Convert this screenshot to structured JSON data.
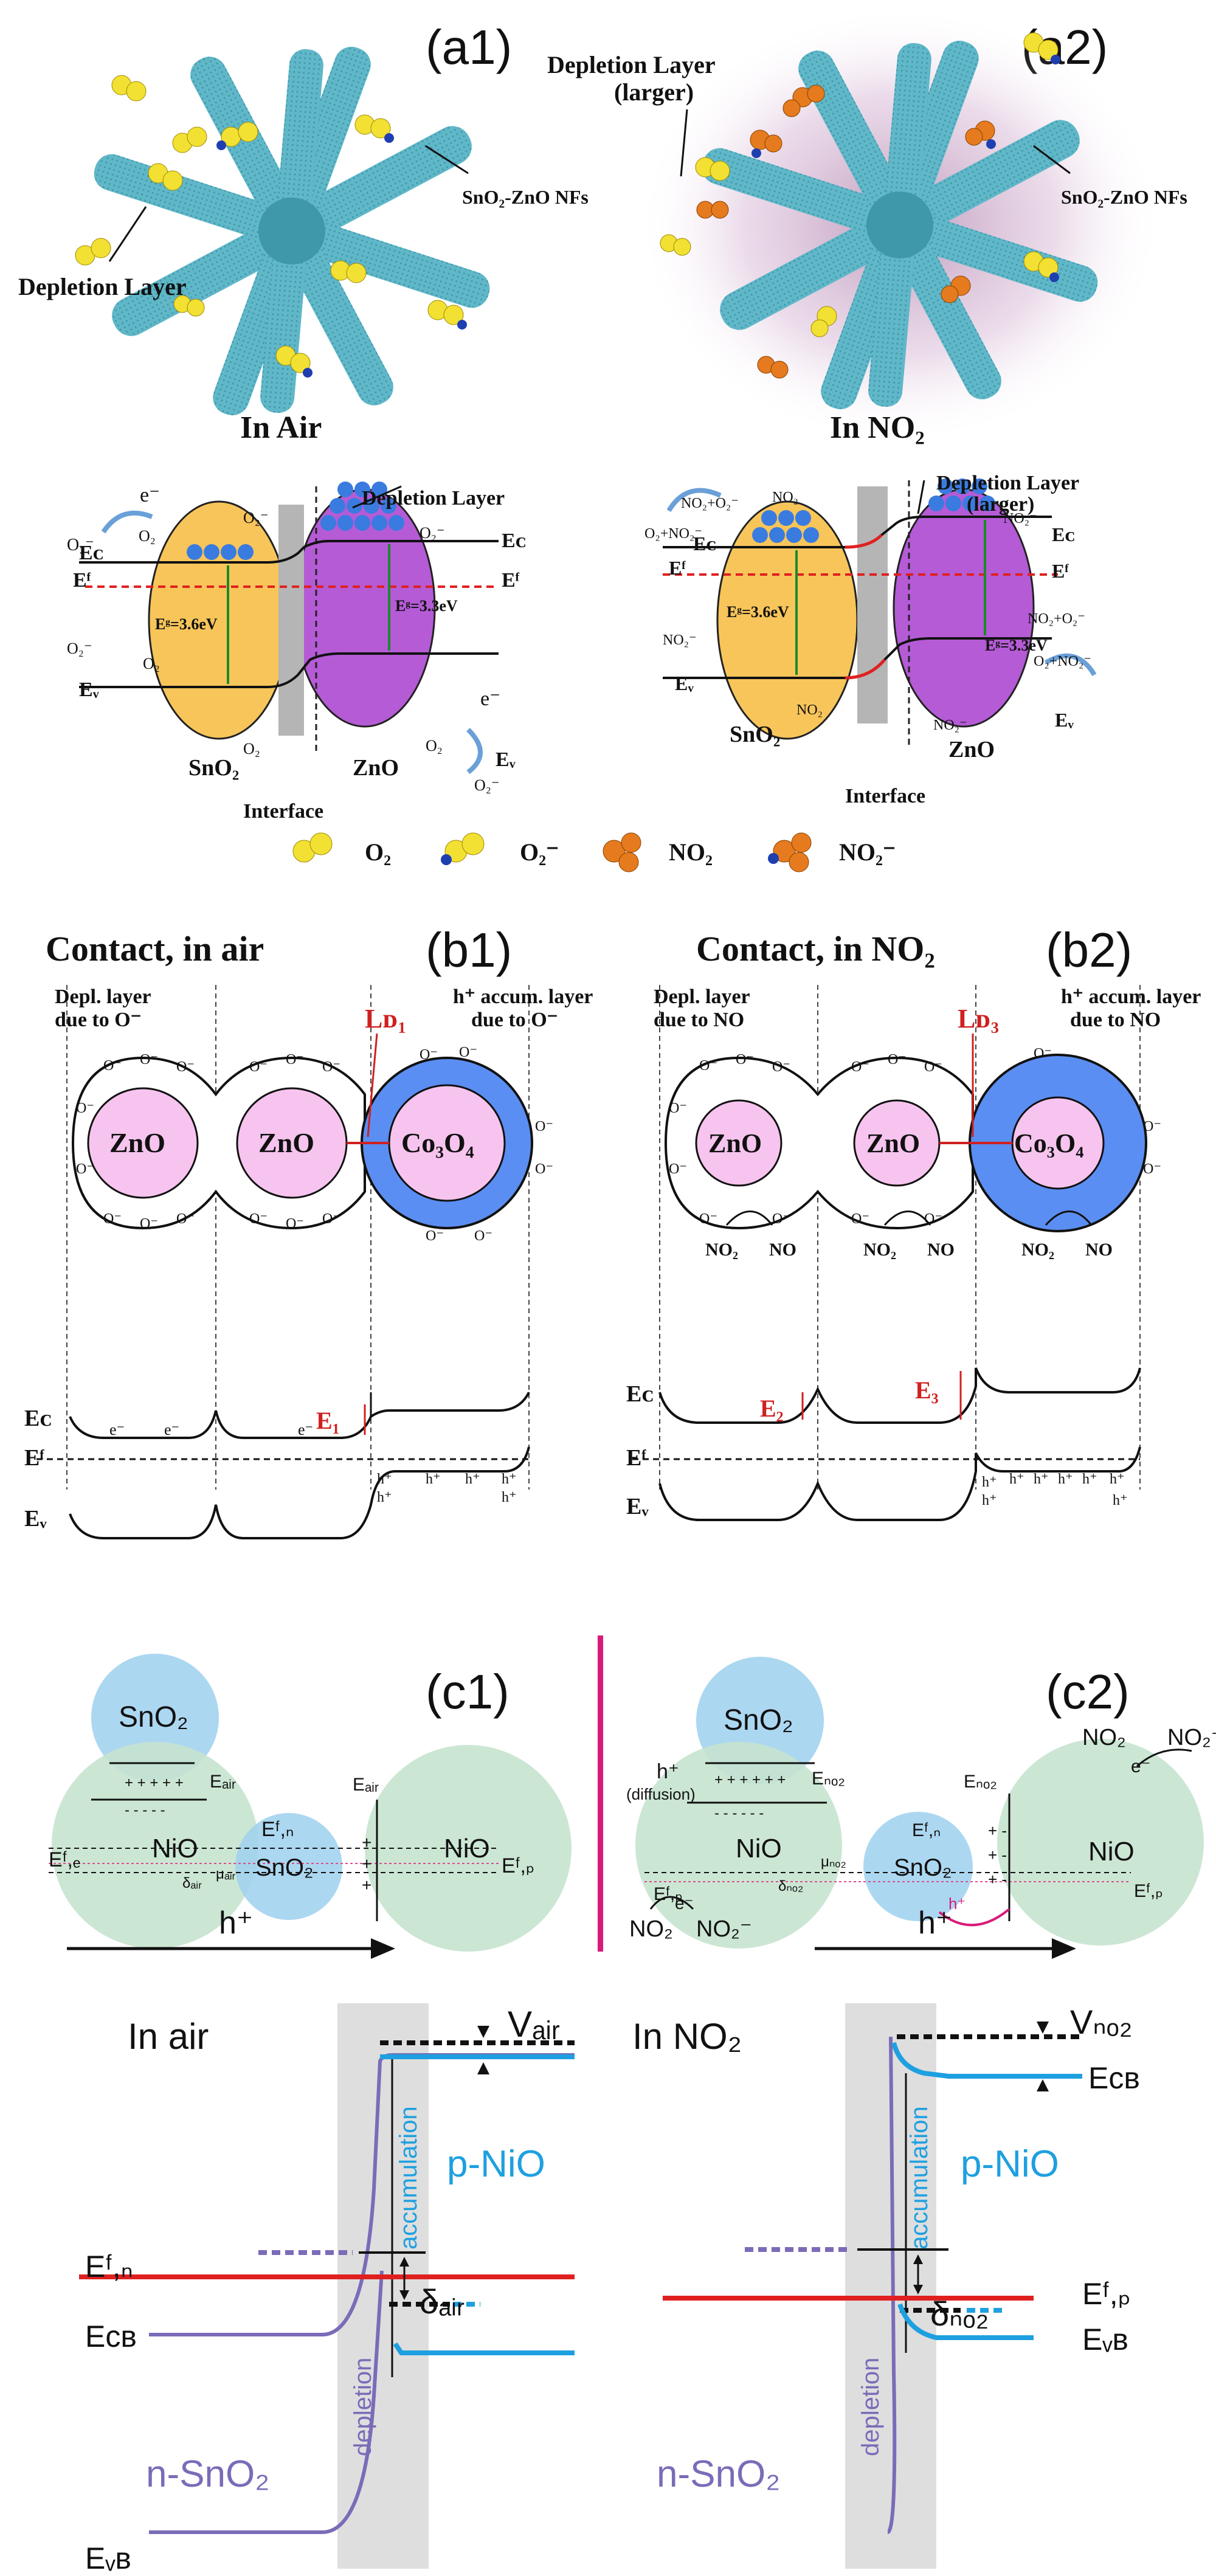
{
  "colors": {
    "rod": "#5fb7c8",
    "rod_dark": "#3f97aa",
    "o2": "#f2e033",
    "o2_minus_tail": "#1f3fb0",
    "no2": "#e57b1e",
    "sno2": "#f7c55a",
    "zno": "#b55bd6",
    "gray_band": "#b5b5b5",
    "fermi_red": "#e02020",
    "pink": "#f6c4ee",
    "blue_shell": "#5b8ef2",
    "c_green": "#c6e3cf",
    "c_blue": "#9dd0ee",
    "magenta_div": "#d81b7a",
    "purple_curve": "#7b6bb8",
    "cyan": "#1ea0e0"
  },
  "panel_a1": {
    "tag": "(a1)",
    "depletion_label": "Depletion Layer",
    "nf_label": "SnO₂-ZnO NFs",
    "caption": "In Air",
    "band": {
      "e_minus_left": "e⁻",
      "o2m_left": "O₂⁻",
      "o2_a": "O₂",
      "o2m_top": "O₂⁻",
      "o2m_right": "O₂⁻",
      "dep_label": "Depletion Layer",
      "ec_left": "Eᴄ",
      "ef_left": "Eᶠ",
      "eg_left": "Eᵍ=3.6eV",
      "eg_right": "Eᵍ=3.3eV",
      "o2m_mid": "O₂⁻",
      "ev_left": "Eᵥ",
      "e_minus_right": "e⁻",
      "ec_right": "Eᴄ",
      "ef_right": "Eᶠ",
      "o2_b": "O₂",
      "o2_c": "O₂",
      "o2m_br": "O₂⁻",
      "o2_d": "O₂",
      "ev_right": "Eᵥ",
      "sno2": "SnO₂",
      "zno": "ZnO",
      "interface": "Interface"
    }
  },
  "panel_a2": {
    "tag": "(a2)",
    "depletion_label_1": "Depletion Layer",
    "depletion_label_2": "(larger)",
    "nf_label": "SnO₂-ZnO NFs",
    "caption": "In NO₂",
    "band": {
      "no2o2_left": "NO₂+O₂⁻",
      "no2_top": "NO₂",
      "dep_label_1": "Depletion Layer",
      "dep_label_2": "(larger)",
      "no2m_top": "NO₂⁻",
      "o2no2_left": "O₂+NO₂⁻",
      "ec_left": "Eᴄ",
      "ef_left": "Eᶠ",
      "eg_left": "Eᵍ=3.6eV",
      "eg_right": "Eᵍ=3.3eV",
      "no2m_mid": "NO₂⁻",
      "ev_left": "Eᵥ",
      "no2_low": "NO₂",
      "sno2": "SnO₂",
      "zno": "ZnO",
      "no2m_zno": "NO₂⁻",
      "ec_right": "Eᴄ",
      "ef_right": "Eᶠ",
      "no2o2_right": "NO₂+O₂⁻",
      "o2no2_right": "O₂+NO₂⁻",
      "ev_right": "Eᵥ",
      "interface": "Interface"
    }
  },
  "legend": [
    "O₂",
    "O₂⁻",
    "NO₂",
    "NO₂⁻"
  ],
  "panel_b1": {
    "title": "Contact, in air",
    "tag": "(b1)",
    "depl_1": "Depl. layer",
    "depl_2": "due to O⁻",
    "h_1": "h⁺ accum. layer",
    "h_2": "due to O⁻",
    "ld": "Lᴅ₁",
    "zno": "ZnO",
    "co3o4": "Co₃O₄",
    "o_minus": "O⁻",
    "ec": "Eᴄ",
    "ef": "Eᶠ",
    "ev": "Eᵥ",
    "e1": "E₁",
    "e_minus": "e⁻",
    "h_plus": "h⁺"
  },
  "panel_b2": {
    "title": "Contact, in NO₂",
    "tag": "(b2)",
    "depl_1": "Depl. layer",
    "depl_2": "due to NO",
    "h_1": "h⁺ accum. layer",
    "h_2": "due to NO",
    "ld": "Lᴅ₃",
    "zno": "ZnO",
    "co3o4": "Co₃O₄",
    "o_minus": "O⁻",
    "no2": "NO₂",
    "no": "NO",
    "ec": "Eᴄ",
    "ef": "Eᶠ",
    "ev": "Eᵥ",
    "e2": "E₂",
    "e3": "E₃",
    "h_plus": "h⁺"
  },
  "panel_c1": {
    "tag": "(c1)",
    "sno2": "SnO₂",
    "e_air": "Eₐᵢᵣ",
    "nio": "NiO",
    "sno2_small": "SnO₂",
    "efn": "Eᶠ,ₙ",
    "efp": "Eᶠ,ₚ",
    "efe": "Eᶠ,ₑ",
    "delta": "δₐᵢᵣ",
    "mu": "μₐᵢᵣ",
    "hplus": "h⁺"
  },
  "panel_c2": {
    "tag": "(c2)",
    "sno2": "SnO₂",
    "hplus_1": "h⁺",
    "diffusion": "(diffusion)",
    "e_no2": "Eₙₒ₂",
    "nio": "NiO",
    "sno2_small": "SnO₂",
    "efn": "Eᶠ,ₙ",
    "efp": "Eᶠ,ₚ",
    "delta": "δₙₒ₂",
    "mu": "μₙₒ₂",
    "no2": "NO₂",
    "no2m": "NO₂⁻",
    "e_minus": "e⁻",
    "hplus": "h⁺"
  },
  "panel_d1": {
    "title": "In air",
    "v": "Vₐᵢᵣ",
    "ecb": "Eᴄʙ",
    "efn": "Eᶠ,ₙ",
    "evb": "Eᵥʙ",
    "pnio": "p-NiO",
    "nsno2": "n-SnO₂",
    "accumulation": "accumulation",
    "depletion": "depletion",
    "delta": "δₐᵢᵣ"
  },
  "panel_d2": {
    "title": "In NO₂",
    "v": "Vₙₒ₂",
    "ecb": "Eᴄʙ",
    "efp": "Eᶠ,ₚ",
    "evb": "Eᵥʙ",
    "pnio": "p-NiO",
    "nsno2": "n-SnO₂",
    "accumulation": "accumulation",
    "depletion": "depletion",
    "delta": "δₙₒ₂"
  }
}
